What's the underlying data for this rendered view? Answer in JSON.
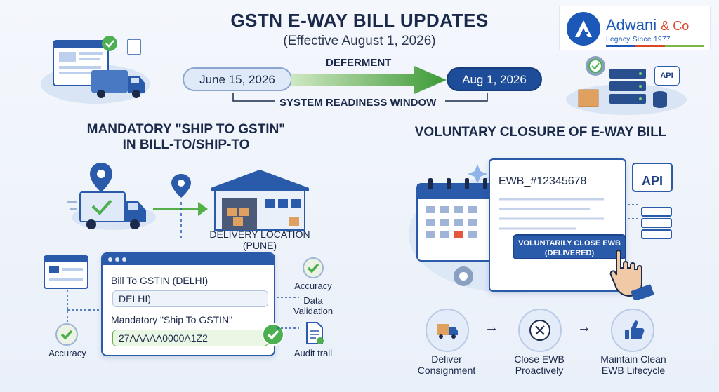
{
  "header": {
    "title": "GSTN E-WAY BILL UPDATES",
    "subtitle": "(Effective August 1, 2026)"
  },
  "logo": {
    "name": "Adwani",
    "amp": "& Co",
    "tagline": "Legacy Since 1977"
  },
  "timeline": {
    "start": "June 15, 2026",
    "end": "Aug 1, 2026",
    "arrow_label": "DEFERMENT",
    "window_label": "SYSTEM READINESS WINDOW"
  },
  "left_section": {
    "title_line1": "MANDATORY \"SHIP TO GSTIN\"",
    "title_line2": "IN BILL-TO/SHIP-TO",
    "delivery_line1": "DELIVERY LOCATION",
    "delivery_line2": "(PUNE)",
    "form": {
      "bill_label": "Bill To GSTIN (DELHI)",
      "bill_value": "DELHI)",
      "ship_label": "Mandatory \"Ship To GSTIN\"",
      "ship_value": "27AAAAA0000A1Z2"
    },
    "side_labels": {
      "accuracy_right": "Accuracy",
      "data_validation_line1": "Data",
      "data_validation_line2": "Validation",
      "audit_trail": "Audit trail",
      "accuracy_left": "Accuracy"
    }
  },
  "right_section": {
    "title": "VOLUNTARY CLOSURE OF E-WAY BILL",
    "ewb_id": "EWB_#12345678",
    "close_line1": "VOLUNTARILY CLOSE EWB",
    "close_line2": "(DELIVERED)",
    "api_label": "API",
    "steps": [
      {
        "line1": "Deliver",
        "line2": "Consignment"
      },
      {
        "line1": "Close EWB",
        "line2": "Proactively"
      },
      {
        "line1": "Maintain Clean",
        "line2": "EWB Lifecycle"
      }
    ],
    "step_arrow": "→"
  },
  "top_right": {
    "api_label": "API"
  },
  "colors": {
    "primary": "#2a5aaa",
    "dark": "#1b2a4a",
    "green": "#4caf50",
    "orange": "#e0a060"
  }
}
